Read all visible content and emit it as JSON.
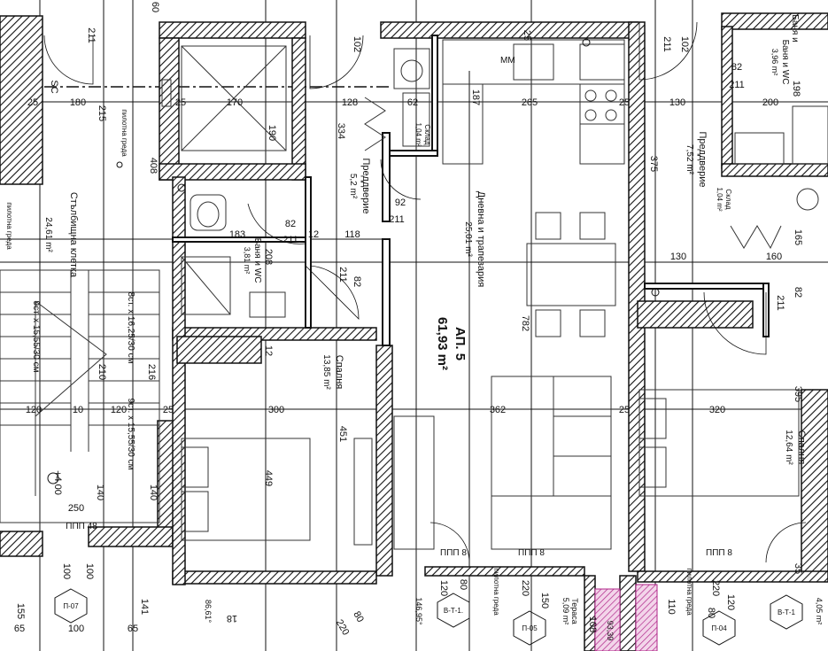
{
  "apartment": {
    "label": "АП. 5",
    "area": "61,93 m²"
  },
  "rooms": {
    "hall_left": {
      "name": "Преддверие",
      "area": "5,2 m²"
    },
    "living": {
      "name": "Дневна и трапезария",
      "area": "25,01 m²"
    },
    "bath": {
      "name": "Баня и WC",
      "area": "3,81 m²"
    },
    "bedroom_left": {
      "name": "Спалня",
      "area": "13,85 m²"
    },
    "storage_left": {
      "name": "Склад",
      "area": "1,04 m²"
    },
    "stairwell": {
      "name": "Стълбищна клетка",
      "area": "24,61 m²"
    },
    "hall_right": {
      "name": "Преддверие",
      "area": "7,52 m²"
    },
    "storage_right": {
      "name": "Склад",
      "area": "1,04 m²"
    },
    "bath_right": {
      "name": "Баня и WC",
      "area": "3,96 m²"
    },
    "bedroom_right": {
      "name": "Спалня",
      "area": "12,64 m²"
    },
    "terrace": {
      "name": "Тераса",
      "area": "5,09 m²"
    }
  },
  "stairs": {
    "run1": "8ст. х 16,25/30 см",
    "run2": "9ст. х 15,55/30 см",
    "run3": "9ст. х 15,55/30 см",
    "level": "+4.00"
  },
  "tags": {
    "shaft": "пилотна греда",
    "mm": "ММ",
    "sc": "SC",
    "ppp1": "ППП 48",
    "ppp2": "ППП 8",
    "ppp3": "ППП 8",
    "ppp4": "ППП 8",
    "bt1": "В-Т-1.",
    "bt2": "В-Т-1",
    "p07": "П-07",
    "p05": "П-05",
    "p04": "П-04",
    "ang1": "86,61°",
    "ang2": "146,95°",
    "top_right_zoom": "Баня и"
  },
  "dims": {
    "d180": "180",
    "d215": "215",
    "d25a": "25",
    "d170": "170",
    "d190": "190",
    "d128": "128",
    "d62": "62",
    "d265": "265",
    "d187": "187",
    "d130": "130",
    "d200": "200",
    "d198": "198",
    "d82a": "82",
    "d211a": "211",
    "d408": "408",
    "d334": "334",
    "d92": "92",
    "d211b": "211",
    "d82b": "82",
    "d211c": "211",
    "d183": "183",
    "d12a": "12",
    "d118": "118",
    "d208": "208",
    "d82c": "82",
    "d211d": "211",
    "d782": "782",
    "d375": "375",
    "d165": "165",
    "d160": "160",
    "d130b": "130",
    "d211e": "211",
    "d82d": "82",
    "d120a": "120",
    "d10": "10",
    "d120b": "120",
    "d25b": "25",
    "d300": "300",
    "d362": "362",
    "d25c": "25",
    "d320": "320",
    "d395": "395",
    "d451": "451",
    "d449": "449",
    "d140a": "140",
    "d140b": "140",
    "d250": "250",
    "d100a": "100",
    "d100b": "100",
    "d100c": "100",
    "d141": "141",
    "d155": "155",
    "d65a": "65",
    "d65b": "65",
    "d120c": "120",
    "d80a": "80",
    "d220a": "220",
    "d150": "150",
    "d220b": "220",
    "d120d": "120",
    "d80b": "80",
    "d110": "110",
    "d108": "108",
    "d220c": "220",
    "d80c": "80",
    "d60": "60",
    "d211f": "211",
    "d102a": "102",
    "d102b": "102",
    "d211g": "211",
    "d18": "18",
    "d405": "4,05 m²",
    "d93": "93,39",
    "d35": "35",
    "d210": "210",
    "d216": "216",
    "d25d": "25",
    "d12b": "12",
    "d25e": "25",
    "d25f": "25"
  },
  "colors": {
    "wall_hatch": "#111111",
    "terrace_hatch": "#b0268a"
  }
}
